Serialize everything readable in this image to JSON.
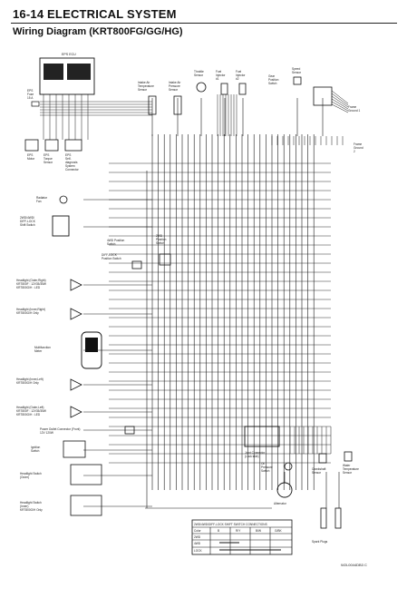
{
  "page": {
    "section_title": "16-14 ELECTRICAL SYSTEM",
    "diagram_title": "Wiring Diagram (KRT800FG/GG/HG)",
    "code": "W2L0044DB3 C"
  },
  "components": {
    "eps_ecu": "EPS ECU",
    "eps_fuse": [
      "EPS",
      "Fuse",
      "15 A"
    ],
    "eps_motor": [
      "EPS",
      "Motor"
    ],
    "eps_torque": [
      "EPS",
      "Torque",
      "Sensor"
    ],
    "eps_self_diag": [
      "EPS",
      "Self-",
      "diagnosis",
      "System",
      "Connector"
    ],
    "intake_air_temp": [
      "Intake Air",
      "Temperature",
      "Sensor"
    ],
    "intake_air_pressure": [
      "Intake Air",
      "Pressure",
      "Sensor"
    ],
    "throttle": [
      "Throttle",
      "Sensor"
    ],
    "fuel_inj_1": [
      "Fuel",
      "Injector",
      "#1"
    ],
    "fuel_inj_2": [
      "Fuel",
      "Injector",
      "#2"
    ],
    "speed_sensor": [
      "Speed",
      "Sensor"
    ],
    "gear_position": [
      "Gear",
      "Position",
      "Switch"
    ],
    "frame_ground_1": [
      "Frame",
      "Ground 1"
    ],
    "frame_ground_2": [
      "Frame",
      "Ground",
      "2"
    ],
    "radiator_fan": [
      "Radiator",
      "Fan"
    ],
    "diff_lock_shift": [
      "2WD/4WD/",
      "DIFF-LOCK",
      "Shift Switch"
    ],
    "fwd_position": [
      "4WD Position",
      "Switch"
    ],
    "twd_position": [
      "2WD",
      "Position",
      "Switch"
    ],
    "diff_lock_position": [
      "DIFF-LOCK",
      "Position Switch"
    ],
    "headlight_outer_right": [
      "Headlight (Outer,Right)",
      "KRT800F : 12V35/35W",
      "KRT800G/H : LED"
    ],
    "headlight_inner_right": [
      "Headlight (Inner,Right)",
      "KRT800G/H Only"
    ],
    "multifunction_meter": [
      "Multifunction",
      "Meter"
    ],
    "headlight_inner_left": [
      "Headlight (Inner,Left)",
      "KRT800G/H Only"
    ],
    "headlight_outer_left": [
      "Headlight (Outer,Left)",
      "KRT800F : 12V35/35W",
      "KRT800G/H : LED"
    ],
    "power_outlet": [
      "Power Outlet Connector (Front)",
      "12V 120W"
    ],
    "ignition_switch": [
      "Ignition",
      "Switch"
    ],
    "headlight_switch_outer": [
      "Headlight Switch",
      "(Outer)"
    ],
    "headlight_switch_inner": [
      "Headlight Switch",
      "(Inner)",
      "KRT800G/H Only"
    ],
    "joint_connector": [
      "Joint Connector",
      "(Lock side)"
    ],
    "oil_pressure": [
      "Oil",
      "Pressure",
      "Switch"
    ],
    "crankshaft": [
      "Crankshaft",
      "Sensor"
    ],
    "water_temp": [
      "Water",
      "Temperature",
      "Sensor"
    ],
    "alternator": "Alternator",
    "spark_plugs": "Spark Plugs"
  },
  "switch_table": {
    "title": "2WD/4WD/DIFF-LOCK SHIFT SWITCH CONNECTIONS",
    "headers": [
      "Color",
      "B",
      "R/Y",
      "B/W",
      "G/BK"
    ],
    "rows": [
      "2WD",
      "4WD",
      "LOCK"
    ]
  },
  "colors": {
    "ink": "#111111",
    "wire": "#1a1a1a",
    "paper": "#ffffff"
  }
}
